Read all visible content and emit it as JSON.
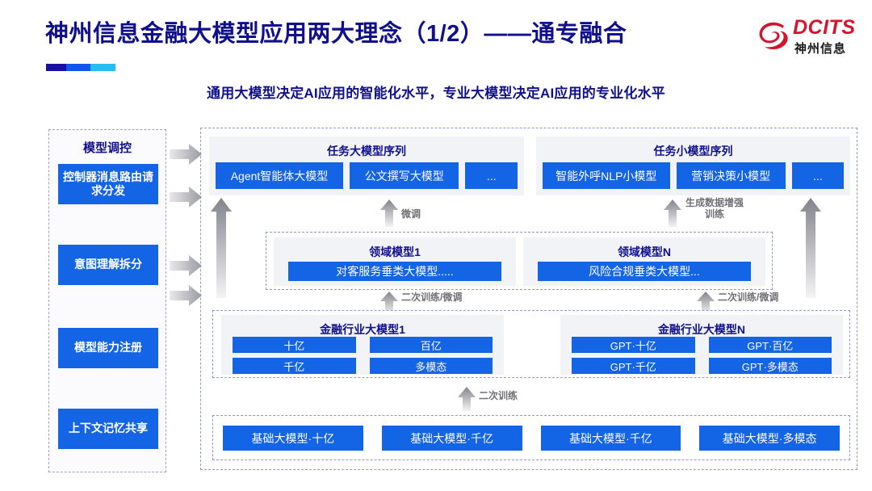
{
  "header": {
    "title": "神州信息金融大模型应用两大理念（1/2）——通专融合",
    "subtitle": "通用大模型决定AI应用的智能化水平，专业大模型决定AI应用的专业化水平",
    "logo": {
      "brand": "DCITS",
      "brand_cn": "神州信息"
    },
    "accent_colors": [
      "#1a0f9e",
      "#1155ee",
      "#28bdf2"
    ]
  },
  "colors": {
    "chip_blue": "#1464e6",
    "heading_navy": "#10108c",
    "panel_gray": "#f2f3f7",
    "arrow_gray": "#9a9aa2",
    "dashed_border": "#8e9ac6"
  },
  "sidebar": {
    "title": "模型调控",
    "items": [
      {
        "label": "控制器消息路由请求分发"
      },
      {
        "label": "意图理解拆分"
      },
      {
        "label": "模型能力注册"
      },
      {
        "label": "上下文记忆共享"
      }
    ]
  },
  "flow_arrows_right": [
    "arrow-right-icon",
    "arrow-right-icon",
    "arrow-right-icon",
    "arrow-right-icon"
  ],
  "main": {
    "task_big": {
      "title": "任务大模型序列",
      "chips": [
        "Agent智能体大模型",
        "公文撰写大模型",
        "..."
      ]
    },
    "task_small": {
      "title": "任务小模型序列",
      "chips": [
        "智能外呼NLP小模型",
        "营销决策小模型",
        "..."
      ]
    },
    "domain_models": [
      {
        "title": "领域模型1",
        "chip": "对客服务垂类大模型....."
      },
      {
        "title": "领域模型N",
        "chip": "风险合规垂类大模型..."
      }
    ],
    "industry_models": [
      {
        "title": "金融行业大模型1",
        "chips": [
          "十亿",
          "百亿",
          "千亿",
          "多模态"
        ]
      },
      {
        "title": "金融行业大模型N",
        "chips": [
          "GPT·十亿",
          "GPT·百亿",
          "GPT·千亿",
          "GPT·多模态"
        ]
      }
    ],
    "base_models": [
      "基础大模型·十亿",
      "基础大模型·千亿",
      "基础大模型·千亿",
      "基础大模型·多模态"
    ],
    "arrow_labels": {
      "finetune": "微调",
      "data_aug": "生成数据增强\n训练",
      "retrain_finetune_left": "二次训练/微调",
      "retrain_finetune_right": "二次训练/微调",
      "retrain": "二次训练"
    }
  }
}
